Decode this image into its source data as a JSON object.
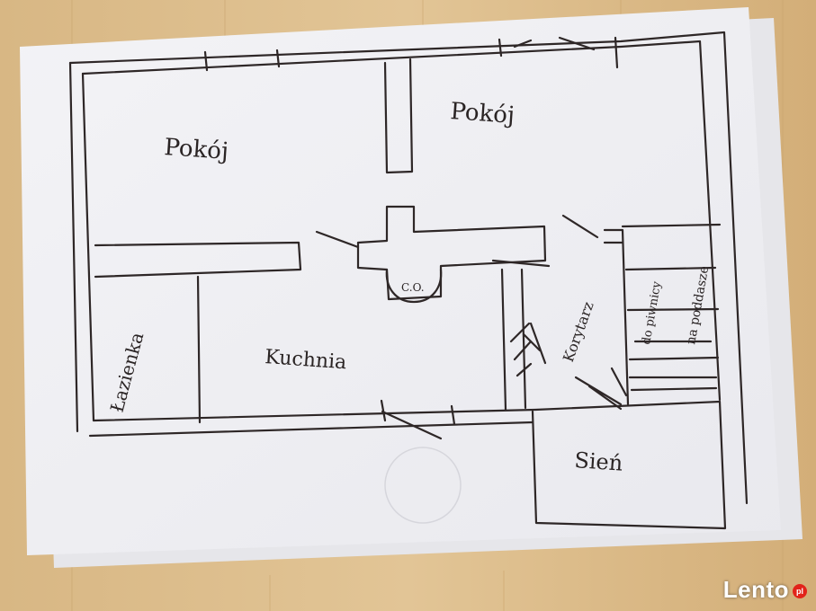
{
  "labels": {
    "room_top_left": "Pokój",
    "room_top_right": "Pokój",
    "bathroom": "Łazienka",
    "kitchen": "Kuchnia",
    "corridor": "Korytarz",
    "stairs_down": "do piwnicy",
    "stairs_up": "na poddasze",
    "vestibule": "Sień",
    "stove": "C.O."
  },
  "watermark": {
    "brand": "Lento",
    "badge": "pl"
  },
  "colors": {
    "floor": "#d9b98a",
    "paper": "#f4f4f6",
    "ink": "#2e2727",
    "brand_badge": "#e2231a"
  }
}
